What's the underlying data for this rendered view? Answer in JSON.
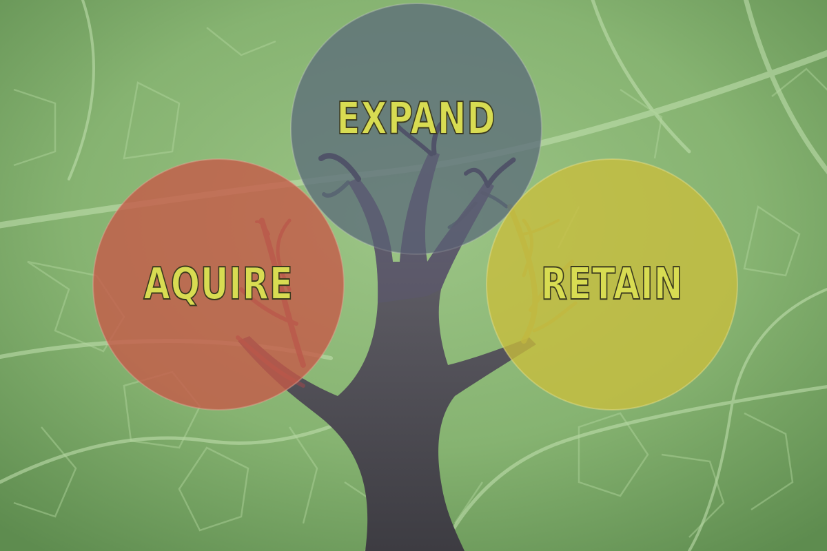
{
  "diagram": {
    "nodes": [
      {
        "id": "expand",
        "label": "EXPAND",
        "color": "#5c6d7a"
      },
      {
        "id": "aquire",
        "label": "AQUIRE",
        "color": "#c65a48"
      },
      {
        "id": "retain",
        "label": "RETAIN",
        "color": "#c9be3c"
      }
    ],
    "label_color": "#d8dc52",
    "background": "green leaf texture",
    "centerpiece": "tree-icon"
  }
}
